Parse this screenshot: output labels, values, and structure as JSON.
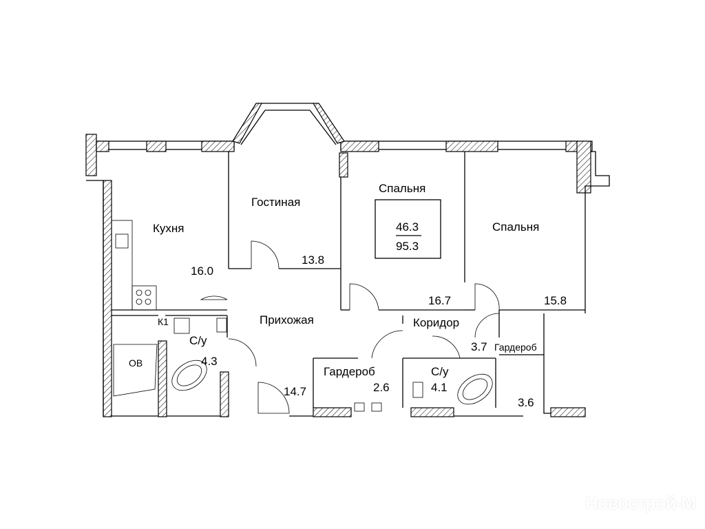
{
  "rooms": {
    "kitchen": {
      "name": "Кухня",
      "area": "16.0"
    },
    "living": {
      "name": "Гостиная",
      "area": "13.8"
    },
    "bedroom1": {
      "name": "Спальня",
      "area": "16.7"
    },
    "bedroom2": {
      "name": "Спальня",
      "area": "15.8"
    },
    "hall": {
      "name": "Прихожая",
      "area": "14.7"
    },
    "corridor": {
      "name": "Коридор"
    },
    "bath1": {
      "name": "С/у",
      "area": "4.3"
    },
    "bath2": {
      "name": "С/у",
      "area": "4.1"
    },
    "wardrobe1": {
      "name": "Гардероб",
      "area": "2.6"
    },
    "wardrobe2": {
      "name": "Гардероб",
      "area": "3.7"
    },
    "storage": {
      "area": "3.6"
    },
    "ov": {
      "name": "ОВ"
    },
    "k1": {
      "name": "К1"
    }
  },
  "totals": {
    "living_area": "46.3",
    "total_area": "95.3"
  },
  "watermark": "Новострой-М"
}
